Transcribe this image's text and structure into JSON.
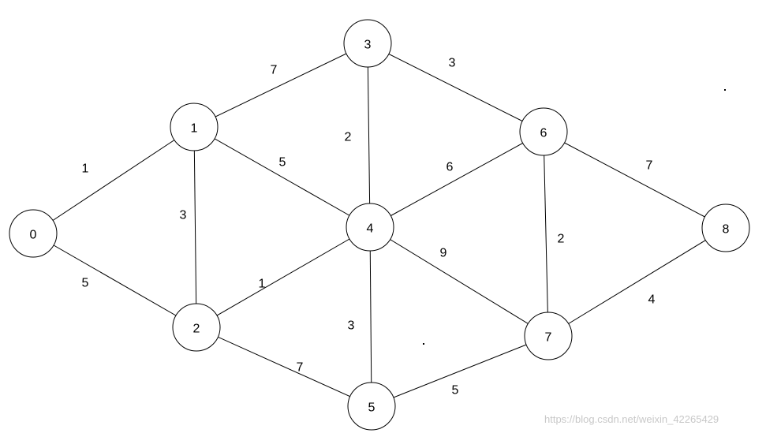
{
  "graph": {
    "nodes": [
      {
        "id": "n0",
        "label": "0"
      },
      {
        "id": "n1",
        "label": "1"
      },
      {
        "id": "n2",
        "label": "2"
      },
      {
        "id": "n3",
        "label": "3"
      },
      {
        "id": "n4",
        "label": "4"
      },
      {
        "id": "n5",
        "label": "5"
      },
      {
        "id": "n6",
        "label": "6"
      },
      {
        "id": "n7",
        "label": "7"
      },
      {
        "id": "n8",
        "label": "8"
      }
    ],
    "edges": [
      {
        "from": "n0",
        "to": "n1",
        "weight": "1"
      },
      {
        "from": "n0",
        "to": "n2",
        "weight": "5"
      },
      {
        "from": "n1",
        "to": "n2",
        "weight": "3"
      },
      {
        "from": "n1",
        "to": "n3",
        "weight": "7"
      },
      {
        "from": "n1",
        "to": "n4",
        "weight": "5"
      },
      {
        "from": "n2",
        "to": "n4",
        "weight": "1"
      },
      {
        "from": "n2",
        "to": "n5",
        "weight": "7"
      },
      {
        "from": "n3",
        "to": "n4",
        "weight": "2"
      },
      {
        "from": "n3",
        "to": "n6",
        "weight": "3"
      },
      {
        "from": "n4",
        "to": "n5",
        "weight": "3"
      },
      {
        "from": "n4",
        "to": "n6",
        "weight": "6"
      },
      {
        "from": "n4",
        "to": "n7",
        "weight": "9"
      },
      {
        "from": "n5",
        "to": "n7",
        "weight": "5"
      },
      {
        "from": "n6",
        "to": "n7",
        "weight": "2"
      },
      {
        "from": "n6",
        "to": "n8",
        "weight": "7"
      },
      {
        "from": "n7",
        "to": "n8",
        "weight": "4"
      }
    ]
  },
  "watermark": "https://blog.csdn.net/weixin_42265429"
}
